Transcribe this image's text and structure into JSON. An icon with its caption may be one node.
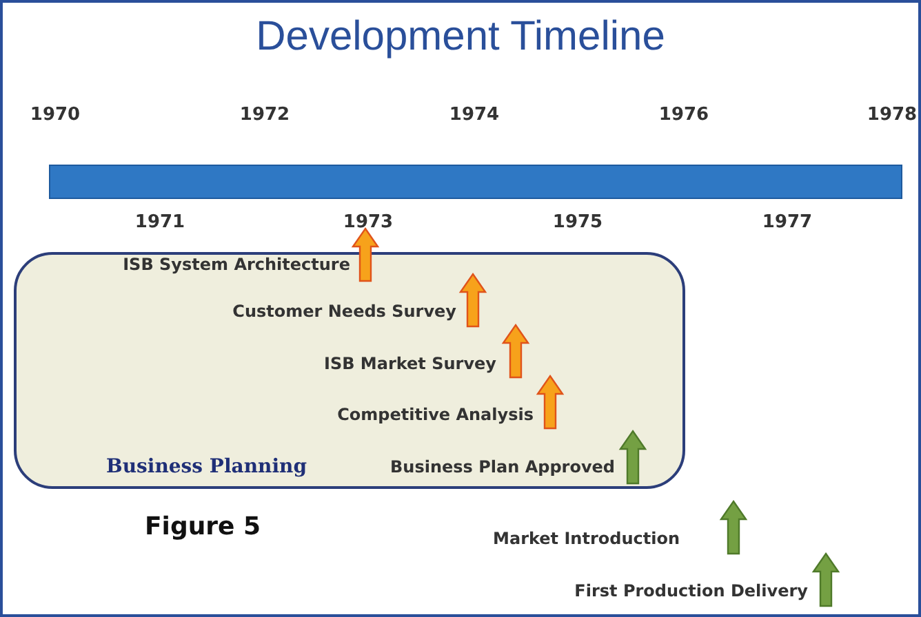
{
  "diagram": {
    "title": "Development Timeline",
    "caption": "Figure 5",
    "nodes": [
      {
        "text": [],
        "shape": "bar"
      },
      {
        "text": [
          "Business Planning"
        ]
      }
    ],
    "edges": [],
    "labels": [
      "1970",
      "1972",
      "1974",
      "1976",
      "1978",
      "1971",
      "1973",
      "1975",
      "1977",
      "ISB System Architecture",
      "Customer Needs Survey",
      "ISB Market Survey",
      "Competitive Analysis",
      "Business Plan Approved",
      "Market Introduction",
      "First Production Delivery"
    ]
  }
}
